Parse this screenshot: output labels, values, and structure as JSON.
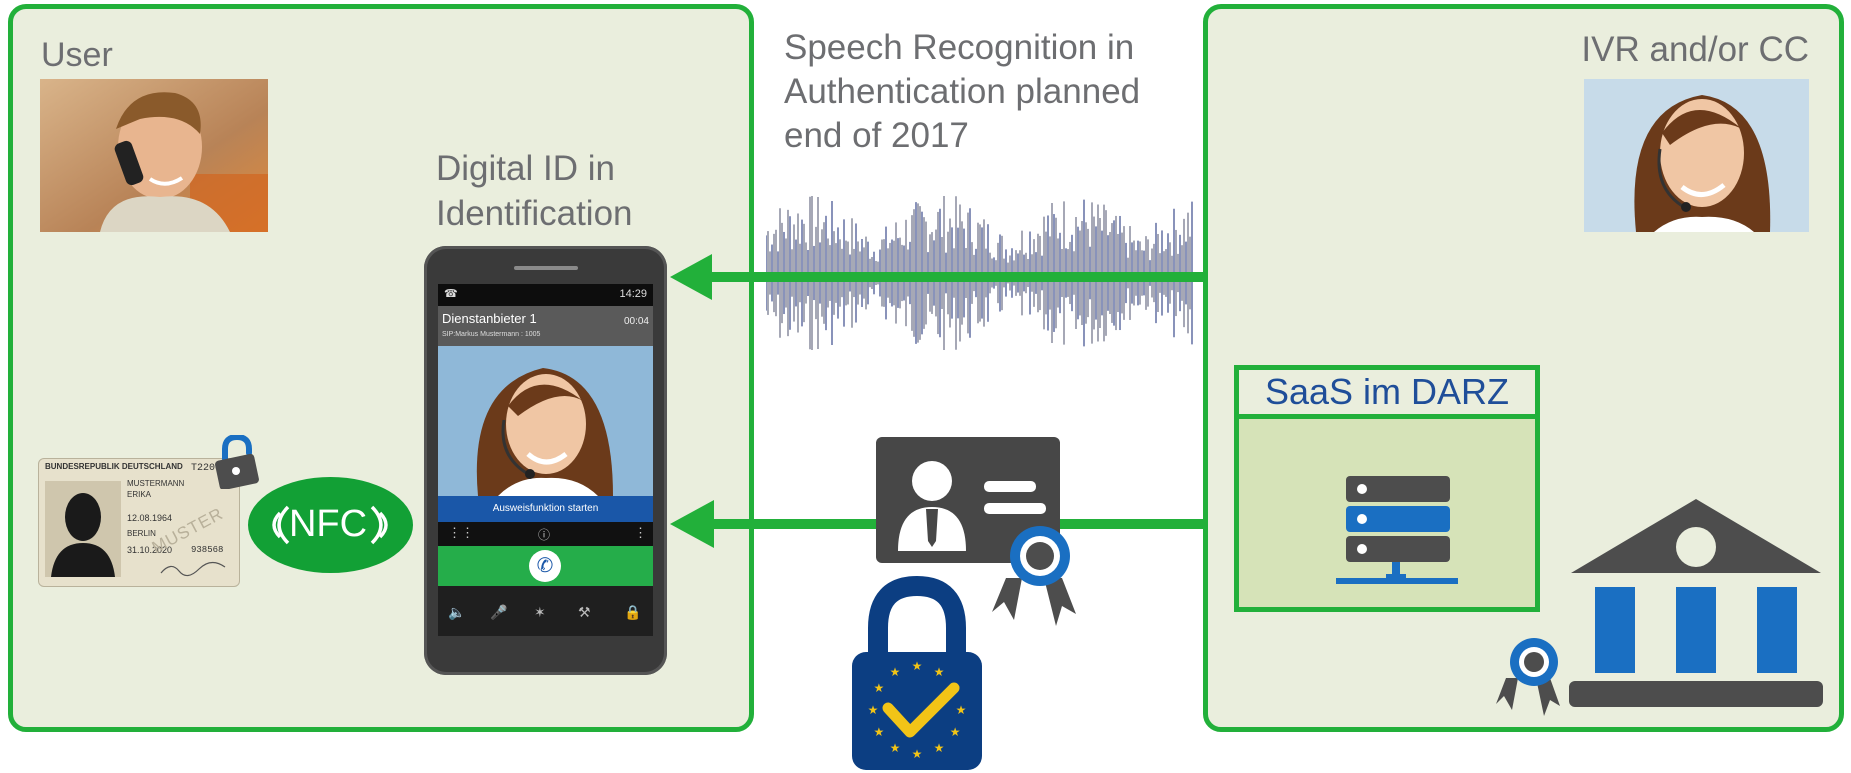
{
  "user_panel": {
    "title": "User",
    "digital_id_label_line1": "Digital ID in",
    "digital_id_label_line2": "Identification",
    "nfc_label": "NFC"
  },
  "ivr_panel": {
    "title": "IVR and/or CC",
    "saas_title": "SaaS im DARZ"
  },
  "speech_caption": {
    "line1": "Speech Recognition in",
    "line2": "Authentication planned",
    "line3": "end of 2017"
  },
  "phone": {
    "status_time": "14:29",
    "caller_name": "Dienstanbieter 1",
    "call_timer": "00:04",
    "caller_sub": "SIP:Markus Mustermann : 1005",
    "action_button": "Ausweisfunktion starten"
  },
  "id_card": {
    "header": "BUNDESREPUBLIK DEUTSCHLAND",
    "number": "T22000",
    "surname": "MUSTERMANN",
    "given_name": "ERIKA",
    "dob": "12.08.1964",
    "pob": "BERLIN",
    "expiry": "31.10.2020",
    "can": "938568",
    "watermark": "MUSTER"
  },
  "colors": {
    "panel_fill": "#eaeedd",
    "panel_border": "#22b03a",
    "arrow_green": "#22b03a",
    "label_gray": "#6d6e71",
    "saas_blue": "#1f4e99",
    "server_blue": "#1a6fc2",
    "eu_blue": "#0c3e82",
    "check_yellow": "#f2c417"
  },
  "icons": [
    "lock-icon",
    "nfc-icon",
    "certificate-icon",
    "badge-icon",
    "eu-lock-icon",
    "server-icon",
    "bank-icon",
    "waveform-icon"
  ]
}
